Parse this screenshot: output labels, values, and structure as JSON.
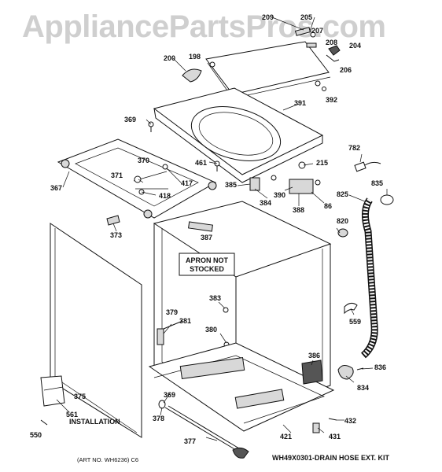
{
  "watermark": "AppliancePartsPros.com",
  "labels": {
    "p198": "198",
    "p200": "200",
    "p204": "204",
    "p205": "205",
    "p206": "206",
    "p207": "207",
    "p208": "208",
    "p209": "209",
    "p215": "215",
    "p367": "367",
    "p369a": "369",
    "p369b": "369",
    "p370": "370",
    "p371": "371",
    "p373": "373",
    "p375": "375",
    "p377": "377",
    "p378": "378",
    "p379": "379",
    "p380": "380",
    "p381": "381",
    "p383": "383",
    "p384": "384",
    "p385": "385",
    "p386": "386",
    "p387": "387",
    "p388": "388",
    "p390": "390",
    "p391": "391",
    "p392": "392",
    "p417": "417",
    "p418": "418",
    "p421": "421",
    "p431": "431",
    "p432": "432",
    "p461": "461",
    "p550": "550",
    "p559": "559",
    "p561": "561",
    "p782": "782",
    "p820": "820",
    "p825": "825",
    "p834": "834",
    "p835": "835",
    "p836": "836",
    "p86": "86"
  },
  "notes": {
    "apron_line1": "APRON NOT",
    "apron_line2": "STOCKED",
    "installation": "INSTALLATION",
    "art_no": "(ART NO. WH6236) C6",
    "drain_kit": "WH49X0301-DRAIN HOSE EXT. KIT"
  }
}
